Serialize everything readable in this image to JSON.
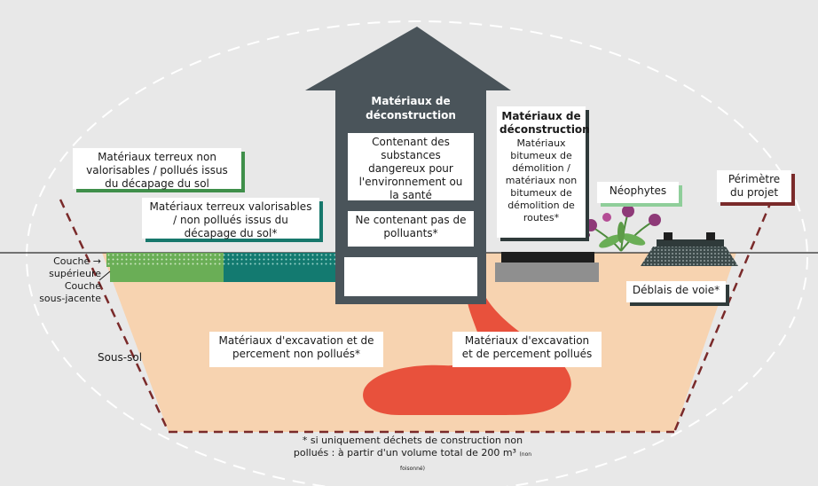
{
  "labels": {
    "deconstruction_title": "Matériaux de déconstruction",
    "dangerous": "Contenant des substances dangereux pour l'environnement ou la santé",
    "no_pollutants": "Ne contenant pas de polluants*",
    "deconstruction2_title": "Matériaux de déconstruction",
    "bituminous": "Matériaux bitumeux de démolition / matériaux non bitumeux de démolition de routes*",
    "earthy_polluted": "Matériaux terreux non valorisables / pollués issus du décapage du sol",
    "earthy_clean": "Matériaux terreux valorisables / non pollués issus du décapage du sol*",
    "neophytes": "Néophytes",
    "perimeter": "Périmètre du projet",
    "couche_sup": "Couche → supérieure",
    "couche_sous": "Couche sous-jacente",
    "sous_sol": "Sous-sol",
    "excavation_clean": "Matériaux d'excavation et de percement non pollués*",
    "excavation_polluted": "Matériaux d'excavation et de percement pollués",
    "deblais": "Déblais de voie*",
    "footnote_main": "* si uniquement déchets de construction non pollués : à partir d'un volume total de 200 m³",
    "footnote_small": "(non foisonné)"
  },
  "colors": {
    "background": "#e8e8e8",
    "soil": "#f7d3b0",
    "polluted": "#e8513c",
    "house": "#4a545a",
    "green_layer": "#6aae56",
    "teal_layer": "#137a70",
    "boundary": "#7a2a2a"
  },
  "icons": [
    "flower-icon",
    "rail-track-icon",
    "arrow-up-icon"
  ]
}
